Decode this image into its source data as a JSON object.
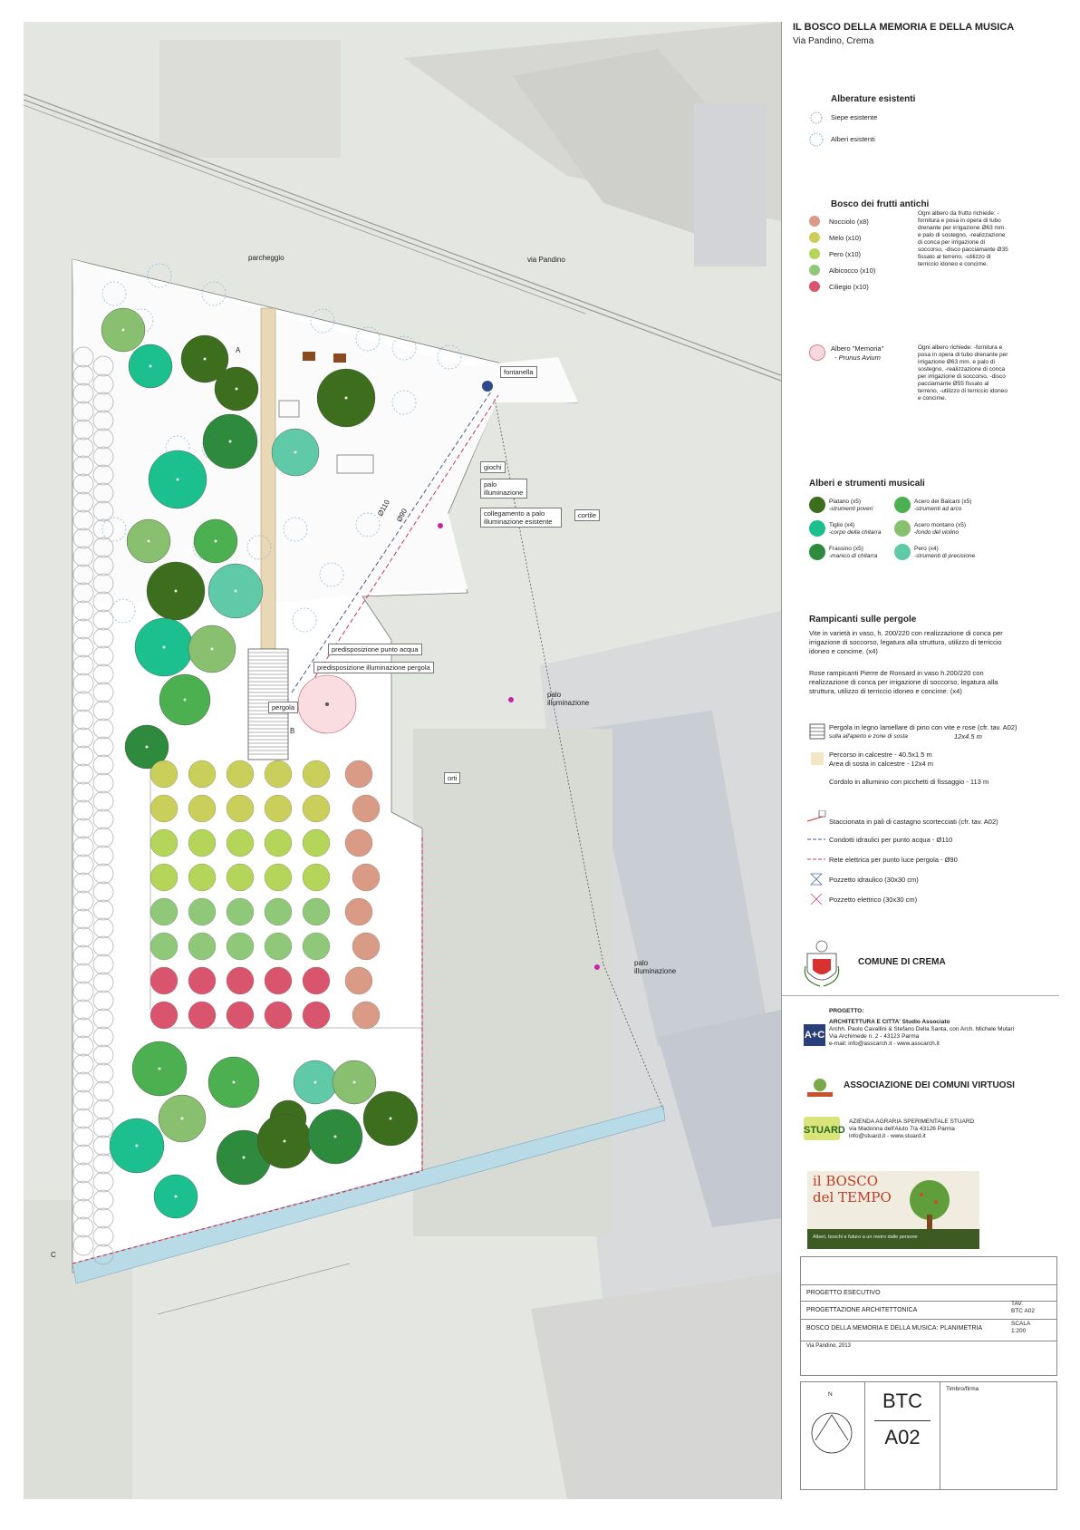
{
  "header": {
    "title": "IL BOSCO DELLA MEMORIA E DELLA MUSICA",
    "location": "Via Pandino, Crema"
  },
  "legend_existing": {
    "heading": "Alberature esistenti",
    "items": [
      {
        "label": "Siepe esistente",
        "icon": "hedge-circle-icon",
        "color": "#bbbbbb"
      },
      {
        "label": "Alberi esistenti",
        "icon": "existing-tree-icon",
        "color": "#7aaad0"
      }
    ]
  },
  "legend_fruit": {
    "heading": "Bosco dei frutti antichi",
    "items": [
      {
        "label": "Nocciolo (x8)",
        "color": "#d99a86"
      },
      {
        "label": "Melo (x10)",
        "color": "#c9cf5a"
      },
      {
        "label": "Pero (x10)",
        "color": "#b4d45a"
      },
      {
        "label": "Albicocco (x10)",
        "color": "#8fc878"
      },
      {
        "label": "Ciliegio (x10)",
        "color": "#d9556e"
      }
    ],
    "note": "Ogni albero da frutto richiede: -fornitura e posa in opera di tubo drenante per irrigazione Ø63 mm. e palo di sostegno, -realizzazione di conca per irrigazione di soccorso, -disco pacciamante Ø35 fissato al terreno, -utilizzo di terriccio idoneo e concime.",
    "memory_label": "Albero \"Memoria\"",
    "memory_species": "- Prunus Avium",
    "memory_color": "#f7d9dd",
    "memory_note": "Ogni albero richiede: -fornitura e posa in opera di tubo drenante per irrigazione Ø63 mm. e palo di sostegno, -realizzazione di conca per irrigazione di soccorso, -disco pacciamante Ø55 fissato al terreno, -utilizzo di terriccio idoneo e concime."
  },
  "legend_music": {
    "heading": "Alberi e strumenti musicali",
    "items": [
      {
        "label": "Platano (x5)",
        "desc": "-strumenti poveri",
        "color": "#3d6e1e"
      },
      {
        "label": "Acero dei Balcani (x5)",
        "desc": "-strumenti ad arco",
        "color": "#4caf50"
      },
      {
        "label": "Tiglio (x4)",
        "desc": "-corpo della chitarra",
        "color": "#1cbf8e"
      },
      {
        "label": "Acero montano (x5)",
        "desc": "-fondo del violino",
        "color": "#88c070"
      },
      {
        "label": "Frassino (x5)",
        "desc": "-manico di chitarra",
        "color": "#2e8b3e"
      },
      {
        "label": "Pero (x4)",
        "desc": "-strumenti di precisione",
        "color": "#5fc9a8"
      }
    ]
  },
  "legend_climbers": {
    "heading": "Rampicanti sulle pergole",
    "vine": "Vite in varietà in vaso, h. 200/220 con realizzazione di conca per irrigazione di soccorso, legatura alla struttura, utilizzo di terriccio idoneo e concime. (x4)",
    "rose": "Rose rampicanti Pierre de Ronsard in vaso h.200/220 con realizzazione di conca per irrigazione di soccorso, legatura alla struttura, utilizzo di terriccio idoneo e concime. (x4)"
  },
  "legend_structures": {
    "pergola": "Pergola in legno lamellare di pino con vite e rose (cfr. tav. A02)",
    "pergola_sub": "sulla all'aperto e zone di sosta",
    "pergola_size": "12x4.5 m",
    "path": "Percorso in calcestre - 40.5x1.5 m",
    "rest": "Area di sosta in calcestre - 12x4 m",
    "edge": "Cordolo in alluminio con picchetti di fissaggio - 113 m",
    "fence": "Staccionata in pali di castagno scortecciati (cfr. tav. A02)",
    "water": "Condotti idraulici per punto acqua - Ø110",
    "electric": "Rete elettrica per punto luce pergola - Ø90",
    "well_h": "Pozzetto idraulico (30x30 cm)",
    "well_e": "Pozzetto elettrico (30x30 cm)"
  },
  "credits": {
    "comune": "COMUNE DI CREMA",
    "progetto_label": "PROGETTO:",
    "studio": "ARCHITETTURA E CITTA' Studio Associato",
    "studio_sub": "Archh. Paolo Cavallini & Stefano Della Santa, con Arch. Michele Mutari",
    "studio_addr": "Via Archimede n. 2 - 43123 Parma",
    "studio_mail": "e-mail: info@asscarch.it - www.asscarch.it",
    "assoc": "ASSOCIAZIONE DEI COMUNI VIRTUOSI",
    "stuard_name": "AZIENDA AGRARIA SPERIMENTALE STUARD",
    "stuard_addr": "via Madonna dell'Aiuto 7/a 43126 Parma",
    "stuard_mail": "info@stuard.it - www.stuard.it",
    "stuard_logo": "STUARD",
    "bosco_logo_1": "il BOSCO",
    "bosco_logo_2": "del TEMPO",
    "bosco_slogan": "Alberi, boschi e futuro a un metro dalle persone"
  },
  "title_block": {
    "phase": "PROGETTO ESECUTIVO",
    "discipline": "PROGETTAZIONE ARCHITETTONICA",
    "drawing": "BOSCO DELLA MEMORIA E DELLA MUSICA: PLANIMETRIA",
    "tav_label": "TAV.",
    "tav_value": "BTC A02",
    "scale_label": "SCALA",
    "scale_value": "1:200",
    "date": "Via Pandino, 2013",
    "code_top": "BTC",
    "code_bottom": "A02",
    "timbro": "Timbro/firma",
    "north": "N"
  },
  "map": {
    "parcheggio": "parcheggio",
    "via_pandino": "via Pandino",
    "fontanella": "fontanella",
    "giochi": "giochi",
    "palo_illum": "palo illuminazione",
    "collegamento": "collegamento a palo illuminazione esistente",
    "cortile": "cortile",
    "punto_acqua": "predisposizione punto acqua",
    "illum_pergola": "predisposizione illuminazione pergola",
    "pergola": "pergola",
    "orti": "orti",
    "palo_illum_2": "palo illuminazione",
    "palo_illum_3": "palo illuminazione",
    "section_a": "A",
    "section_b": "B",
    "section_c": "C",
    "pipe_110": "Ø110",
    "pipe_90": "Ø90"
  }
}
